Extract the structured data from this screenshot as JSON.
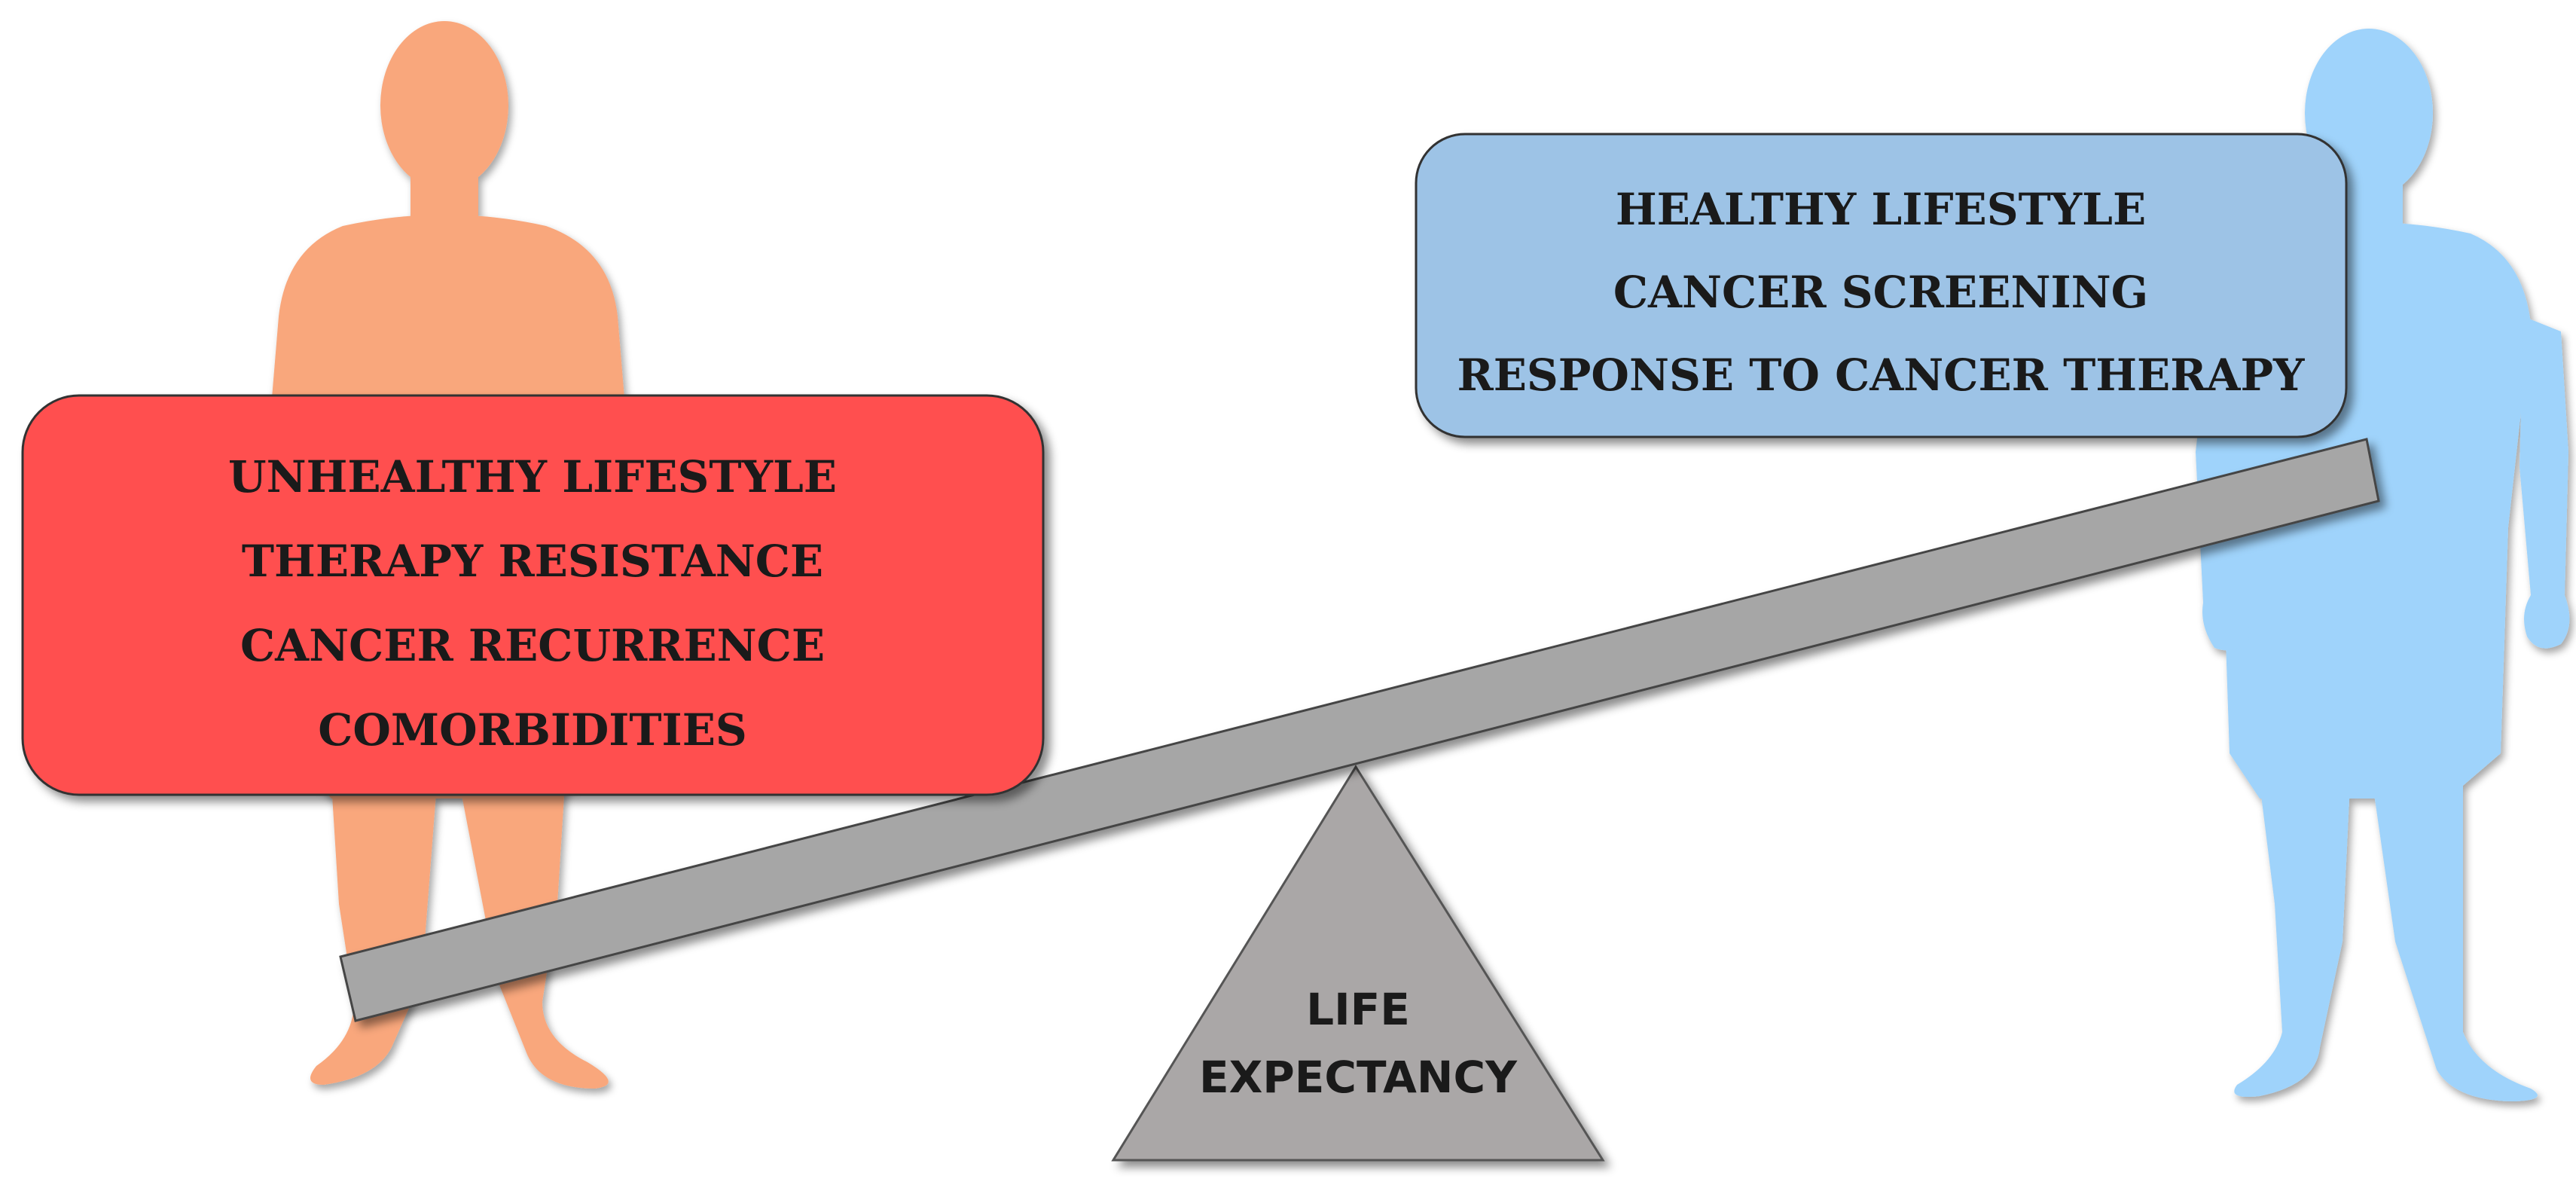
{
  "left_box": {
    "items": [
      "UNHEALTHY LIFESTYLE",
      "THERAPY RESISTANCE",
      "CANCER RECURRENCE",
      "COMORBIDITIES"
    ],
    "color": "#ff5050"
  },
  "right_box": {
    "items": [
      "HEALTHY LIFESTYLE",
      "CANCER SCREENING",
      "RESPONSE TO CANCER THERAPY"
    ],
    "color": "#9dc3e6"
  },
  "fulcrum": {
    "label_line1": "LIFE",
    "label_line2": "EXPECTANCY",
    "color": "#aaa7a7"
  },
  "figures": {
    "left_color": "#f9a77b",
    "right_color": "#9fd3fb"
  },
  "beam": {
    "color": "#a6a6a6"
  }
}
